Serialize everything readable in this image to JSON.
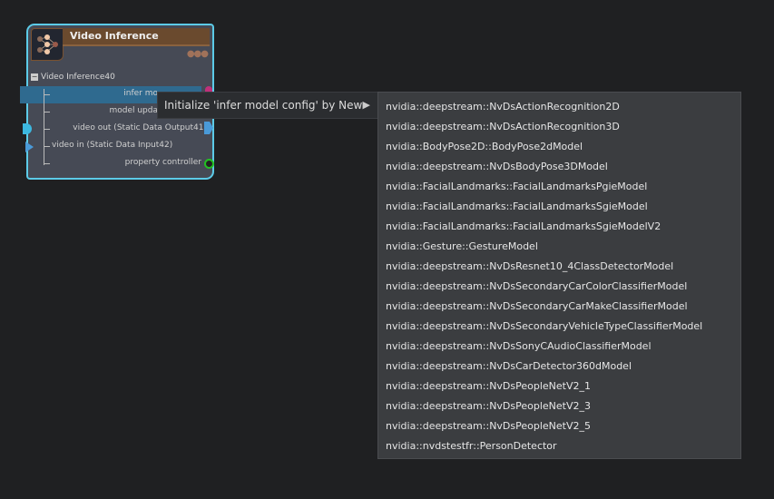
{
  "node": {
    "title": "Video Inference",
    "group": "Video Inference40",
    "rows": [
      "infer mo",
      "model upda",
      "video out (Static Data Output41)",
      "video in (Static Data Input42)",
      "property controller"
    ],
    "accent": "#5ccbe8",
    "header_color": "#6a4a2e"
  },
  "context_menu": {
    "label": "Initialize 'infer model config' by New"
  },
  "submenu": {
    "items": [
      "nvidia::deepstream::NvDsActionRecognition2D",
      "nvidia::deepstream::NvDsActionRecognition3D",
      "nvidia::BodyPose2D::BodyPose2dModel",
      "nvidia::deepstream::NvDsBodyPose3DModel",
      "nvidia::FacialLandmarks::FacialLandmarksPgieModel",
      "nvidia::FacialLandmarks::FacialLandmarksSgieModel",
      "nvidia::FacialLandmarks::FacialLandmarksSgieModelV2",
      "nvidia::Gesture::GestureModel",
      "nvidia::deepstream::NvDsResnet10_4ClassDetectorModel",
      "nvidia::deepstream::NvDsSecondaryCarColorClassifierModel",
      "nvidia::deepstream::NvDsSecondaryCarMakeClassifierModel",
      "nvidia::deepstream::NvDsSecondaryVehicleTypeClassifierModel",
      "nvidia::deepstream::NvDsSonyCAudioClassifierModel",
      "nvidia::deepstream::NvDsCarDetector360dModel",
      "nvidia::deepstream::NvDsPeopleNetV2_1",
      "nvidia::deepstream::NvDsPeopleNetV2_3",
      "nvidia::deepstream::NvDsPeopleNetV2_5",
      "nvidia::nvdstestfr::PersonDetector"
    ]
  }
}
